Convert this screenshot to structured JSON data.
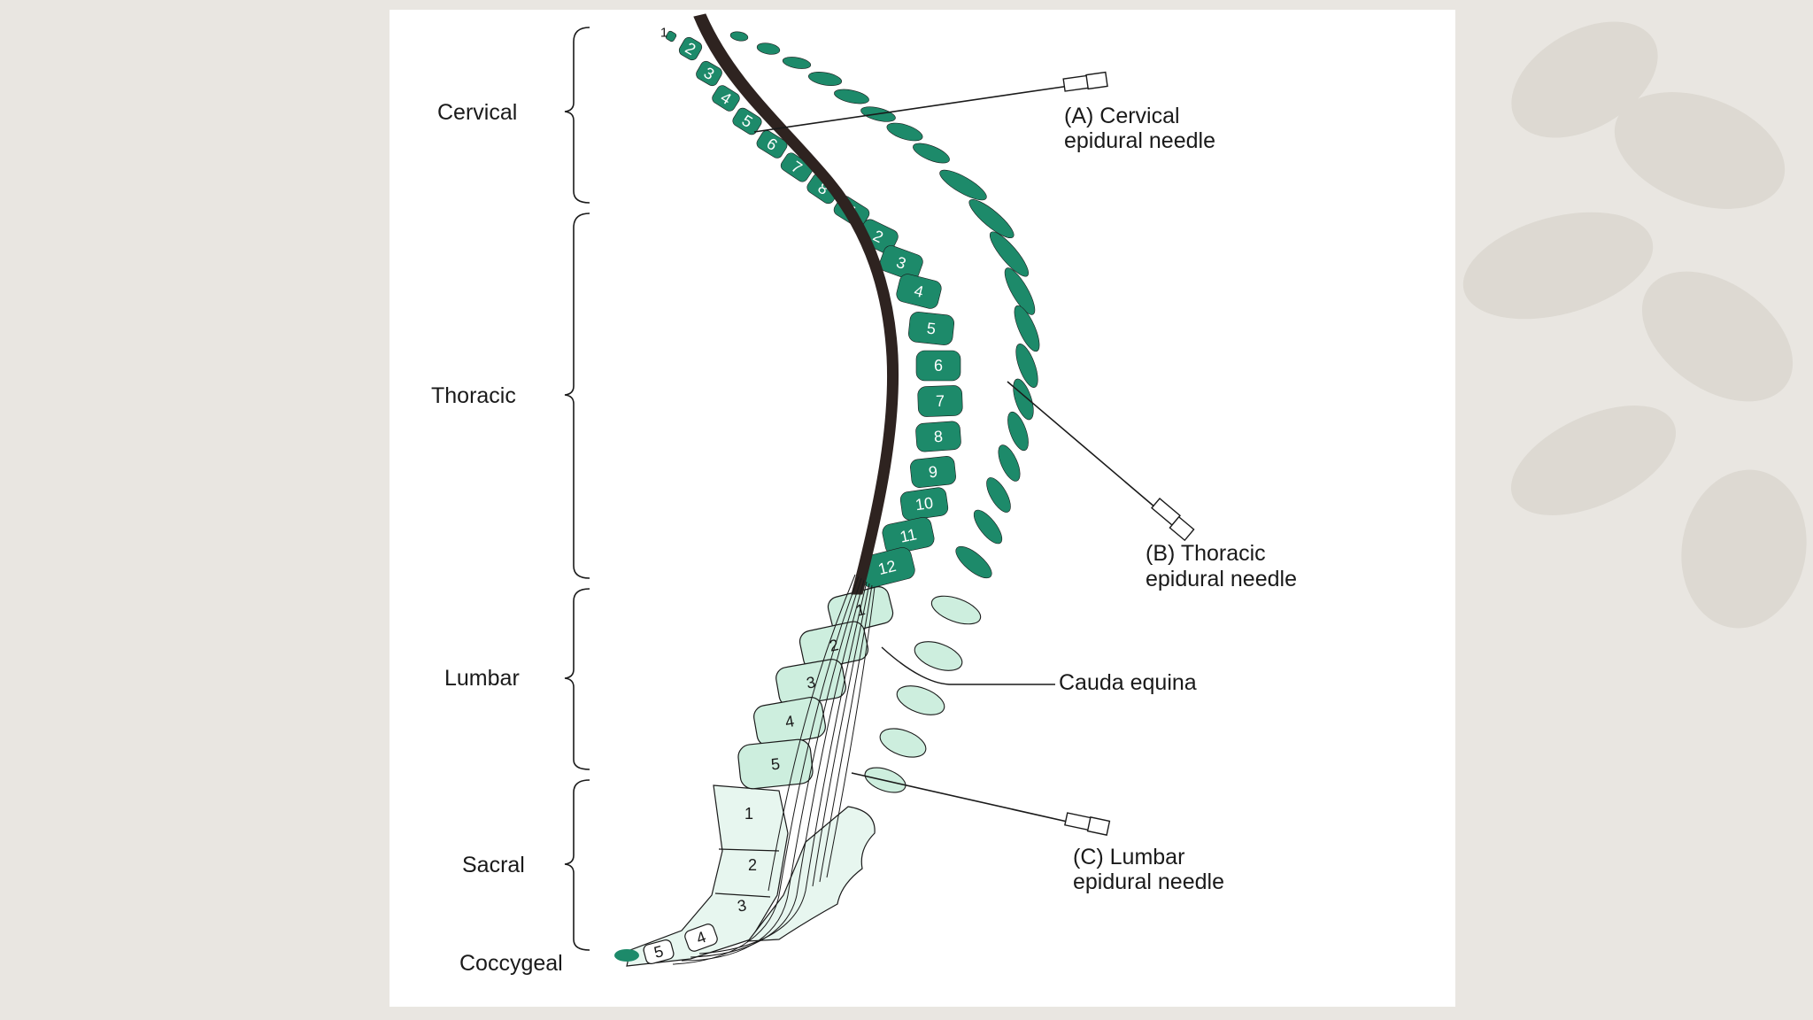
{
  "colors": {
    "background": "#e9e6e1",
    "card": "#ffffff",
    "vertebra_dark": "#1d8a6a",
    "vertebra_light": "#cdeede",
    "cord": "#2e2320",
    "ink": "#1a1a1a"
  },
  "regions": [
    {
      "id": "cervical",
      "label": "Cervical"
    },
    {
      "id": "thoracic",
      "label": "Thoracic"
    },
    {
      "id": "lumbar",
      "label": "Lumbar"
    },
    {
      "id": "sacral",
      "label": "Sacral"
    },
    {
      "id": "coccygeal",
      "label": "Coccygeal"
    }
  ],
  "callouts": {
    "cervical_needle": {
      "line1": "(A) Cervical",
      "line2": "epidural needle"
    },
    "thoracic_needle": {
      "line1": "(B) Thoracic",
      "line2": "epidural needle"
    },
    "cauda_equina": {
      "line1": "Cauda equina"
    },
    "lumbar_needle": {
      "line1": "(C) Lumbar",
      "line2": "epidural needle"
    }
  },
  "vertebrae": {
    "cervical": [
      "1",
      "2",
      "3",
      "4",
      "5",
      "6",
      "7",
      "8"
    ],
    "thoracic": [
      "1",
      "2",
      "3",
      "4",
      "5",
      "6",
      "7",
      "8",
      "9",
      "10",
      "11",
      "12"
    ],
    "lumbar": [
      "1",
      "2",
      "3",
      "4",
      "5"
    ],
    "sacral": [
      "1",
      "2",
      "3"
    ],
    "coccygeal": [
      "4",
      "5"
    ]
  }
}
